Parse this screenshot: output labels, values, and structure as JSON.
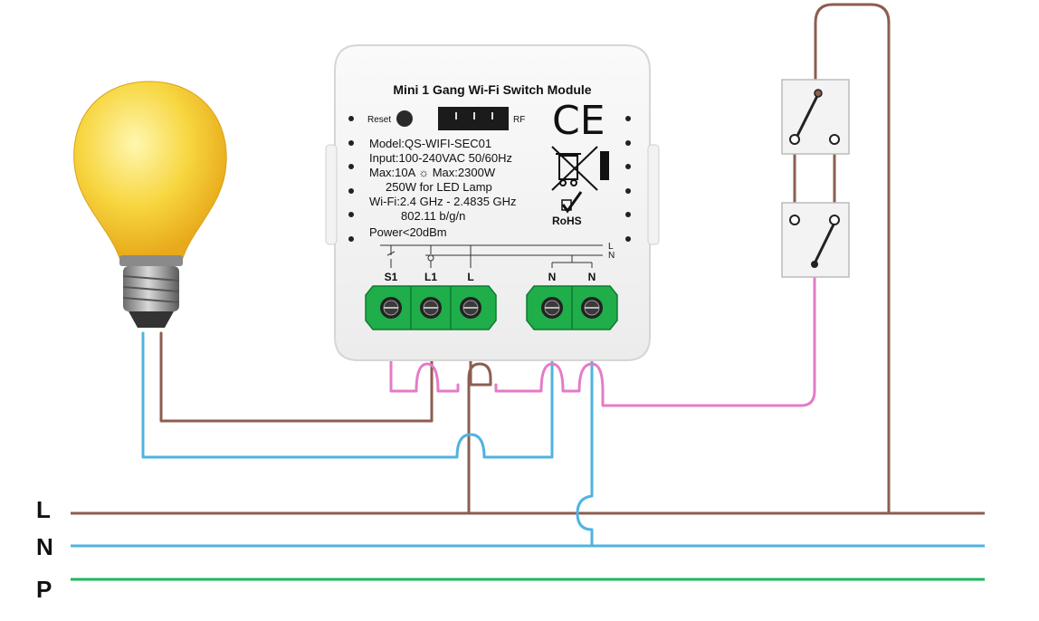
{
  "module": {
    "title": "Mini 1 Gang Wi-Fi Switch Module",
    "reset_label": "Reset",
    "rf_label": "RF",
    "specs": [
      "Model:QS-WIFI-SEC01",
      "Input:100-240VAC 50/60Hz",
      "Max:10A ☼ Max:2300W",
      "250W for LED Lamp",
      "Wi-Fi:2.4 GHz - 2.4835 GHz",
      "802.11 b/g/n",
      "Power<20dBm"
    ],
    "ce_mark": "CE",
    "rohs_label": "RoHS",
    "internal_bus_labels": [
      "L",
      "N"
    ],
    "terminals": [
      "S1",
      "L1",
      "L",
      "N",
      "N"
    ]
  },
  "bus": {
    "labels": [
      "L",
      "N",
      "P"
    ]
  },
  "colors": {
    "live": "#8b5e50",
    "neutral": "#4fb3e0",
    "protective": "#1ab85a",
    "switch_wire": "#e47bc8",
    "terminal_block": "#1fae4a",
    "bulb": "#f7c92e"
  },
  "icons": [
    "light-bulb-icon",
    "two-way-switch-icon",
    "weee-bin-icon",
    "ce-mark-icon",
    "rohs-check-icon"
  ]
}
